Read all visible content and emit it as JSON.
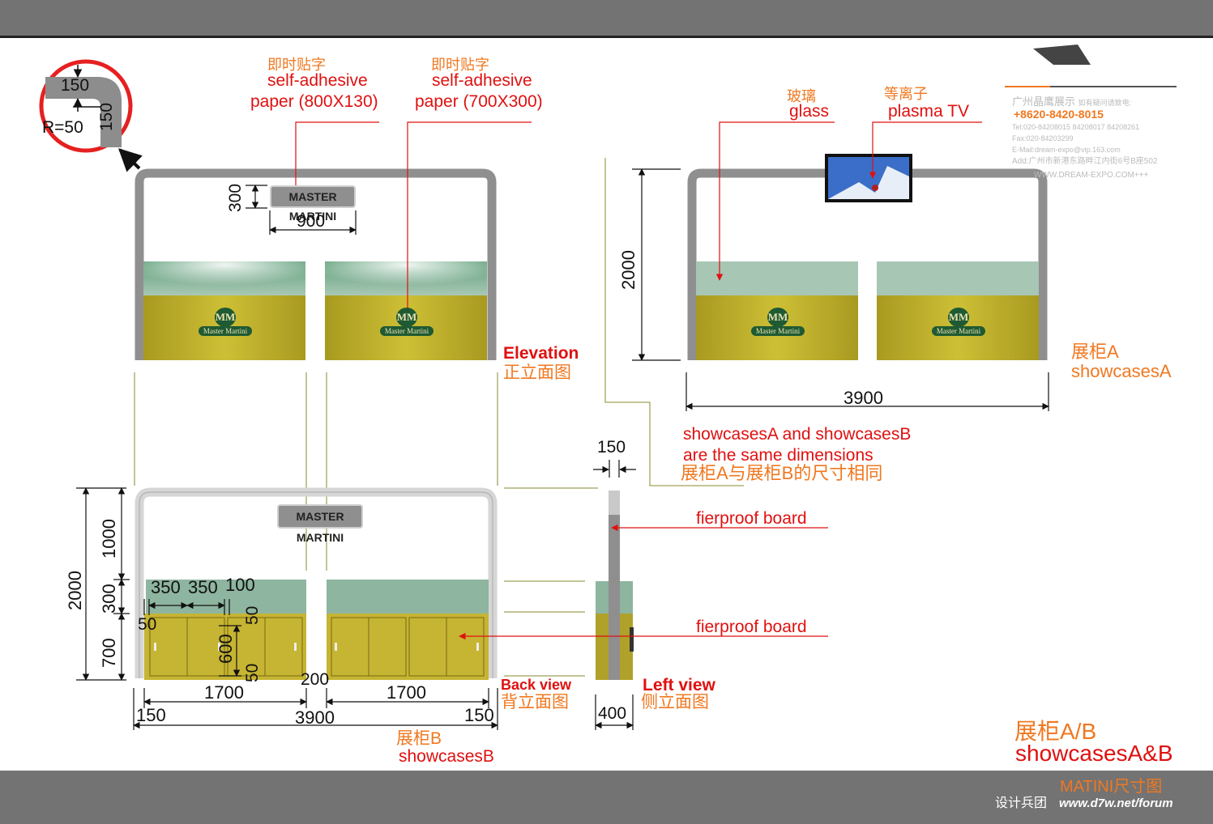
{
  "top_left_detail": {
    "dim_top": "150",
    "dim_side": "150",
    "radius": "R=50"
  },
  "labels": {
    "paper1_cn": "即时贴字",
    "paper1_en1": "self-adhesive",
    "paper1_en2": "paper (800X130)",
    "paper2_cn": "即时贴字",
    "paper2_en1": "self-adhesive",
    "paper2_en2": "paper (700X300)",
    "glass_cn": "玻璃",
    "glass_en": "glass",
    "tv_cn": "等离子",
    "tv_en": "plasma TV",
    "elevation_en": "Elevation",
    "elevation_cn": "正立面图",
    "showcaseA_cn": "展柜A",
    "showcaseA_en": "showcasesA",
    "same1": "showcasesA and showcasesB",
    "same2": "are  the same dimensions",
    "same3": "展柜A与展柜B的尺寸相同",
    "fireproof1": "fierproof board",
    "fireproof2": "fierproof board",
    "back_en": "Back view",
    "back_cn": "背立面图",
    "left_en": "Left view",
    "left_cn": "侧立面图",
    "showcaseB_cn": "展柜B",
    "showcaseB_en": "showcasesB",
    "title_cn": "展柜A/B",
    "title_en": "showcasesA&B",
    "footer_title": "MATINI尺寸图",
    "footer_site_cn": "设计兵团",
    "footer_site_url": "www.d7w.net/forum"
  },
  "company": {
    "name": "广州晶鹰展示",
    "note": "如有疑问请致电:",
    "phone": "+8620-8420-8015",
    "tel": "Tel:020-84208015 84208017 84208261",
    "fax": "Fax:020-84203299",
    "email": "E-Mail:dream-expo@vip.163.com",
    "addr": "Add:广州市新港东路畔江内街6号B座502",
    "web": "WWW.DREAM-EXPO.COM+++"
  },
  "plates": {
    "top": "MASTER MARTINI",
    "back": "MASTER MARTINI"
  },
  "logo": {
    "mark": "MM",
    "name": "Master Martini"
  },
  "dims": {
    "plate_h": "300",
    "plate_w": "900",
    "a_height": "2000",
    "a_width": "3900",
    "side_top": "150",
    "side_depth": "400",
    "b_height": "2000",
    "b_upper": "1000",
    "b_glass": "300",
    "b_cab": "700",
    "d350a": "350",
    "d350b": "350",
    "d100": "100",
    "d50a": "50",
    "d50b": "50",
    "d50c": "50",
    "d600": "600",
    "d200": "200",
    "d1700a": "1700",
    "d1700b": "1700",
    "d150a": "150",
    "d3900b": "3900",
    "d150b": "150"
  }
}
